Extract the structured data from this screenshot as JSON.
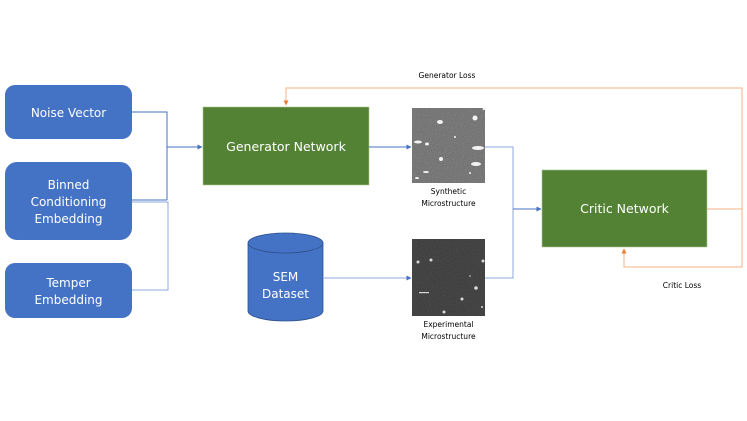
{
  "colors": {
    "input_box": "#4472c4",
    "network_box": "#548235",
    "flow_line": "#4472c4",
    "flow_line_light": "#8faadc",
    "loss_line": "#f4b183",
    "loss_arrow": "#ed7d31",
    "caption_text": "#000000",
    "box_text": "#ffffff"
  },
  "nodes": {
    "noise_vector": {
      "lines": [
        "Noise Vector"
      ]
    },
    "binned_conditioning": {
      "lines": [
        "Binned",
        "Conditioning",
        "Embedding"
      ]
    },
    "temper_embedding": {
      "lines": [
        "Temper",
        "Embedding"
      ]
    },
    "generator": {
      "label": "Generator Network"
    },
    "critic": {
      "label": "Critic Network"
    },
    "sem_dataset": {
      "lines": [
        "SEM",
        "Dataset"
      ]
    },
    "synthetic_image": {
      "caption": [
        "Synthetic",
        "Microstructure"
      ]
    },
    "experimental_image": {
      "caption": [
        "Experimental",
        "Microstructure"
      ]
    }
  },
  "edges": {
    "generator_loss": {
      "label": "Generator Loss"
    },
    "critic_loss": {
      "label": "Critic Loss"
    }
  }
}
